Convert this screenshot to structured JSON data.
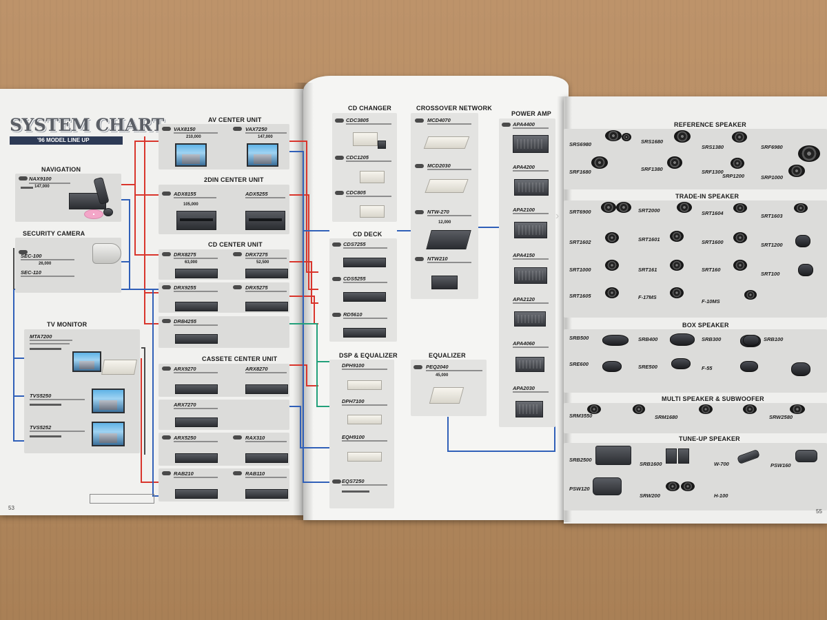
{
  "title": {
    "main": "SYSTEM CHART",
    "sub": "'96 MODEL LINE UP"
  },
  "left_page": {
    "page_number": "53",
    "sections": {
      "navigation": {
        "heading": "NAVIGATION",
        "items": [
          {
            "model": "NAX9100",
            "price": "147,000"
          }
        ]
      },
      "security_camera": {
        "heading": "SECURITY CAMERA",
        "items": [
          {
            "model": "SEC-100",
            "price": "26,000"
          },
          {
            "model": "SEC-110"
          }
        ]
      },
      "tv_monitor": {
        "heading": "TV MONITOR",
        "items": [
          {
            "model": "MTA7200"
          },
          {
            "model": "TVS5250"
          },
          {
            "model": "TVS5252"
          }
        ]
      },
      "av_center": {
        "heading": "AV CENTER UNIT",
        "items": [
          {
            "model": "VAX8150",
            "price": "210,000"
          },
          {
            "model": "VAX7250",
            "price": "147,000"
          }
        ]
      },
      "din2_center": {
        "heading": "2DIN CENTER UNIT",
        "items": [
          {
            "model": "ADX8155",
            "price": "105,000"
          },
          {
            "model": "ADX5255"
          }
        ]
      },
      "cd_center": {
        "heading": "CD CENTER UNIT",
        "items": [
          {
            "model": "DRX8275",
            "price": "63,000"
          },
          {
            "model": "DRX7275",
            "price": "52,500"
          },
          {
            "model": "DRX9255"
          },
          {
            "model": "DRX5275"
          },
          {
            "model": "DRB4255"
          }
        ]
      },
      "cassette_center": {
        "heading": "CASSETE CENTER UNIT",
        "items": [
          {
            "model": "ARX9270"
          },
          {
            "model": "ARX8270"
          },
          {
            "model": "ARX7270"
          },
          {
            "model": "ARX5250"
          },
          {
            "model": "RAX310"
          },
          {
            "model": "RAB210"
          },
          {
            "model": "RAB110"
          }
        ]
      }
    }
  },
  "middle_page": {
    "sections": {
      "cd_changer": {
        "heading": "CD CHANGER",
        "items": [
          {
            "model": "CDC3805"
          },
          {
            "model": "CDC1205"
          },
          {
            "model": "CDC805"
          }
        ]
      },
      "crossover": {
        "heading": "CROSSOVER NETWORK",
        "items": [
          {
            "model": "MCD4070"
          },
          {
            "model": "MCD2030"
          },
          {
            "model": "NTW-270",
            "price": "12,000"
          },
          {
            "model": "NTW210"
          }
        ]
      },
      "power_amp": {
        "heading": "POWER AMP",
        "items": [
          {
            "model": "APA4400"
          },
          {
            "model": "APA4200"
          },
          {
            "model": "APA2100"
          },
          {
            "model": "APA4150"
          },
          {
            "model": "APA2120"
          },
          {
            "model": "APA4060"
          },
          {
            "model": "APA2030"
          }
        ]
      },
      "cd_deck": {
        "heading": "CD DECK",
        "items": [
          {
            "model": "CDS7255"
          },
          {
            "model": "CDS5255"
          },
          {
            "model": "RD5610"
          }
        ]
      },
      "dsp_eq": {
        "heading": "DSP & EQUALIZER",
        "items": [
          {
            "model": "DPH9100"
          },
          {
            "model": "DPH7100"
          },
          {
            "model": "EQH9100"
          },
          {
            "model": "EQS7250"
          }
        ]
      },
      "equalizer": {
        "heading": "EQUALIZER",
        "items": [
          {
            "model": "PEQ2040",
            "price": "45,000"
          }
        ]
      }
    }
  },
  "right_page": {
    "page_number": "55",
    "sections": {
      "reference": {
        "heading": "REFERENCE SPEAKER",
        "items": [
          {
            "model": "SRS6980"
          },
          {
            "model": "SRS1680"
          },
          {
            "model": "SRS1380"
          },
          {
            "model": "SRF6980"
          },
          {
            "model": "SRF1680"
          },
          {
            "model": "SRF1380"
          },
          {
            "model": "SRF1300"
          },
          {
            "model": "SRP1200"
          },
          {
            "model": "SRP1000"
          }
        ]
      },
      "trade_in": {
        "heading": "TRADE-IN SPEAKER",
        "items": [
          {
            "model": "SRT6900"
          },
          {
            "model": "SRT2000"
          },
          {
            "model": "SRT1604"
          },
          {
            "model": "SRT1603"
          },
          {
            "model": "SRT1602"
          },
          {
            "model": "SRT1601"
          },
          {
            "model": "SRT1600"
          },
          {
            "model": "SRT1200"
          },
          {
            "model": "SRT1000"
          },
          {
            "model": "SRT161"
          },
          {
            "model": "SRT160"
          },
          {
            "model": "SRT100"
          },
          {
            "model": "SRT1605"
          },
          {
            "model": "F-17MS"
          },
          {
            "model": "F-10MS"
          }
        ]
      },
      "box": {
        "heading": "BOX SPEAKER",
        "items": [
          {
            "model": "SRB500"
          },
          {
            "model": "SRB400"
          },
          {
            "model": "SRB300"
          },
          {
            "model": "SRB100"
          },
          {
            "model": "SRE600"
          },
          {
            "model": "SRE500"
          },
          {
            "model": "F-55"
          }
        ]
      },
      "multi_sub": {
        "heading": "MULTI SPEAKER & SUBWOOFER",
        "items": [
          {
            "model": "SRM3550"
          },
          {
            "model": "SRM1680"
          },
          {
            "model": "SRW2580"
          }
        ]
      },
      "tune_up": {
        "heading": "TUNE-UP SPEAKER",
        "items": [
          {
            "model": "SRB2500"
          },
          {
            "model": "SRB1600"
          },
          {
            "model": "W-700"
          },
          {
            "model": "PSW160"
          },
          {
            "model": "PSW120"
          },
          {
            "model": "SRW200"
          },
          {
            "model": "H-100"
          }
        ]
      }
    }
  },
  "colors": {
    "red_line": "#d9342b",
    "blue_line": "#2f5fb8",
    "green_line": "#22a07a",
    "dark_line": "#4a4a4a"
  }
}
